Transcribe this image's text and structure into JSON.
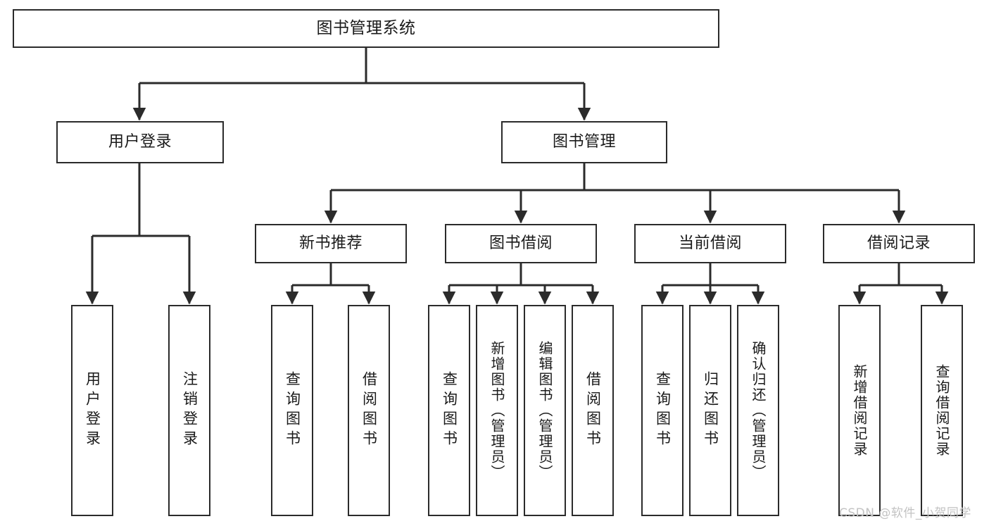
{
  "diagram": {
    "type": "tree-hierarchy",
    "title": "图书管理系统",
    "colors": {
      "stroke": "#2b2b2b",
      "fill": "#ffffff",
      "text": "#1a1a1a",
      "watermark": "#c3c3c3",
      "background": "#ffffff"
    },
    "root": {
      "id": "root",
      "label": "图书管理系统"
    },
    "level1": [
      {
        "id": "user-login",
        "label": "用户登录"
      },
      {
        "id": "book-manage",
        "label": "图书管理"
      }
    ],
    "level2": [
      {
        "id": "new-book-rec",
        "label": "新书推荐",
        "parent": "book-manage"
      },
      {
        "id": "book-borrow",
        "label": "图书借阅",
        "parent": "book-manage"
      },
      {
        "id": "current-borrow",
        "label": "当前借阅",
        "parent": "book-manage"
      },
      {
        "id": "borrow-record",
        "label": "借阅记录",
        "parent": "book-manage"
      }
    ],
    "leaves": [
      {
        "id": "leaf-user-login",
        "label": "用户登录",
        "parent": "user-login"
      },
      {
        "id": "leaf-user-logout",
        "label": "注销登录",
        "parent": "user-login"
      },
      {
        "id": "leaf-query-book-1",
        "label": "查询图书",
        "parent": "new-book-rec"
      },
      {
        "id": "leaf-borrow-book-1",
        "label": "借阅图书",
        "parent": "new-book-rec"
      },
      {
        "id": "leaf-query-book-2",
        "label": "查询图书",
        "parent": "book-borrow"
      },
      {
        "id": "leaf-add-book",
        "label": "新增图书（管理员）",
        "parent": "book-borrow"
      },
      {
        "id": "leaf-edit-book",
        "label": "编辑图书（管理员）",
        "parent": "book-borrow"
      },
      {
        "id": "leaf-borrow-book-2",
        "label": "借阅图书",
        "parent": "book-borrow"
      },
      {
        "id": "leaf-query-book-3",
        "label": "查询图书",
        "parent": "current-borrow"
      },
      {
        "id": "leaf-return-book",
        "label": "归还图书",
        "parent": "current-borrow"
      },
      {
        "id": "leaf-confirm-return",
        "label": "确认归还（管理员）",
        "parent": "current-borrow"
      },
      {
        "id": "leaf-add-record",
        "label": "新增借阅记录",
        "parent": "borrow-record"
      },
      {
        "id": "leaf-query-record",
        "label": "查询借阅记录",
        "parent": "borrow-record"
      }
    ]
  },
  "watermark": {
    "text": "CSDN @软件_小贺同学"
  }
}
